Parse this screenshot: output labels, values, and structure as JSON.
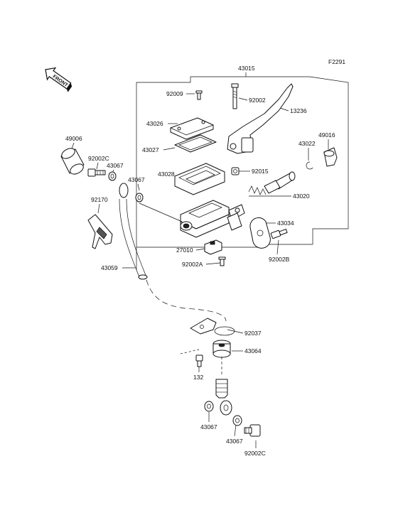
{
  "figure_code": "F2291",
  "front_badge": "FRONT",
  "labels": {
    "p43015": "43015",
    "p92009": "92009",
    "p92002": "92002",
    "p13236": "13236",
    "p43026": "43026",
    "p43027": "43027",
    "p49016": "49016",
    "p43022": "43022",
    "p49006": "49006",
    "p92002C_top": "92002C",
    "p43067_left": "43067",
    "p43028": "43028",
    "p92015": "92015",
    "p43067_mid": "43067",
    "p43020": "43020",
    "p92170": "92170",
    "p43034": "43034",
    "p27010": "27010",
    "p92002B": "92002B",
    "p92002A": "92002A",
    "p43059": "43059",
    "p92037": "92037",
    "p43064": "43064",
    "p132": "132",
    "p43067_low1": "43067",
    "p43067_low2": "43067",
    "p92002C_bottom": "92002C"
  },
  "colors": {
    "line": "#111111",
    "background": "#ffffff",
    "shade": "#555555"
  }
}
